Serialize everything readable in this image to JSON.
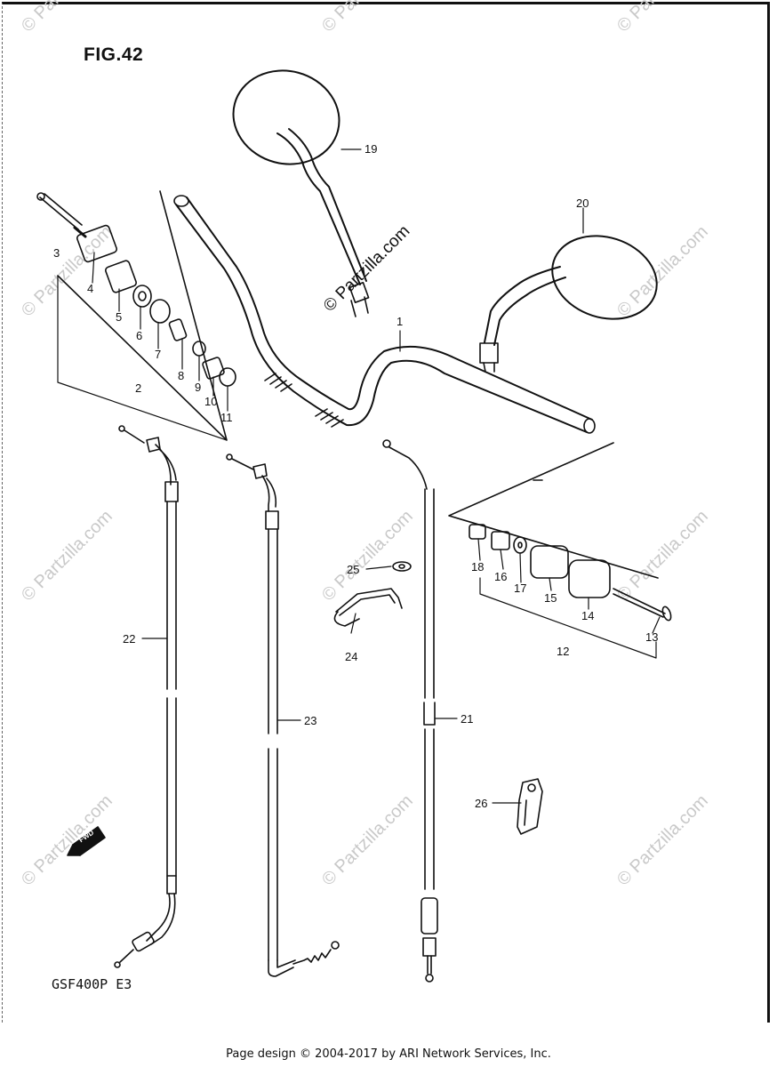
{
  "figure_title": "FIG.42",
  "model_code": "GSF400P  E3",
  "footer_text": "Page design © 2004-2017 by ARI Network Services, Inc.",
  "watermark_text": "© Partzilla.com",
  "fwd_label": "FWD",
  "callouts": [
    "1",
    "2",
    "3",
    "4",
    "5",
    "6",
    "7",
    "8",
    "9",
    "10",
    "11",
    "12",
    "13",
    "14",
    "15",
    "16",
    "17",
    "18",
    "19",
    "20",
    "21",
    "22",
    "23",
    "24",
    "25",
    "26"
  ]
}
